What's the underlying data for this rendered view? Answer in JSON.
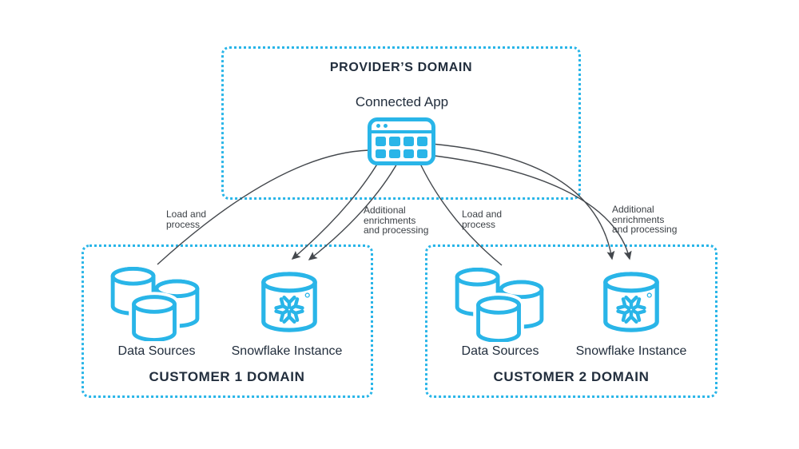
{
  "colors": {
    "brand_blue": "#29b5e8",
    "text_navy": "#222e3d",
    "connector_gray": "#44484d"
  },
  "provider_domain": {
    "title": "PROVIDER’S DOMAIN",
    "connected_app_label": "Connected App",
    "connected_app_icon": "browser-app-icon"
  },
  "customers": [
    {
      "domain_title": "CUSTOMER 1 DOMAIN",
      "data_sources_label": "Data Sources",
      "snowflake_label": "Snowflake Instance"
    },
    {
      "domain_title": "CUSTOMER 2 DOMAIN",
      "data_sources_label": "Data Sources",
      "snowflake_label": "Snowflake Instance"
    }
  ],
  "connections": {
    "customer1_load": {
      "label": "Load and\nprocess"
    },
    "customer1_enrich": {
      "label": "Additional\nenrichments\nand processing"
    },
    "customer2_load": {
      "label": "Load and\nprocess"
    },
    "customer2_enrich": {
      "label": "Additional\nenrichments\nand processing"
    }
  },
  "icons": {
    "data_sources": "database-cluster-icon",
    "snowflake_instance": "snowflake-database-icon"
  }
}
